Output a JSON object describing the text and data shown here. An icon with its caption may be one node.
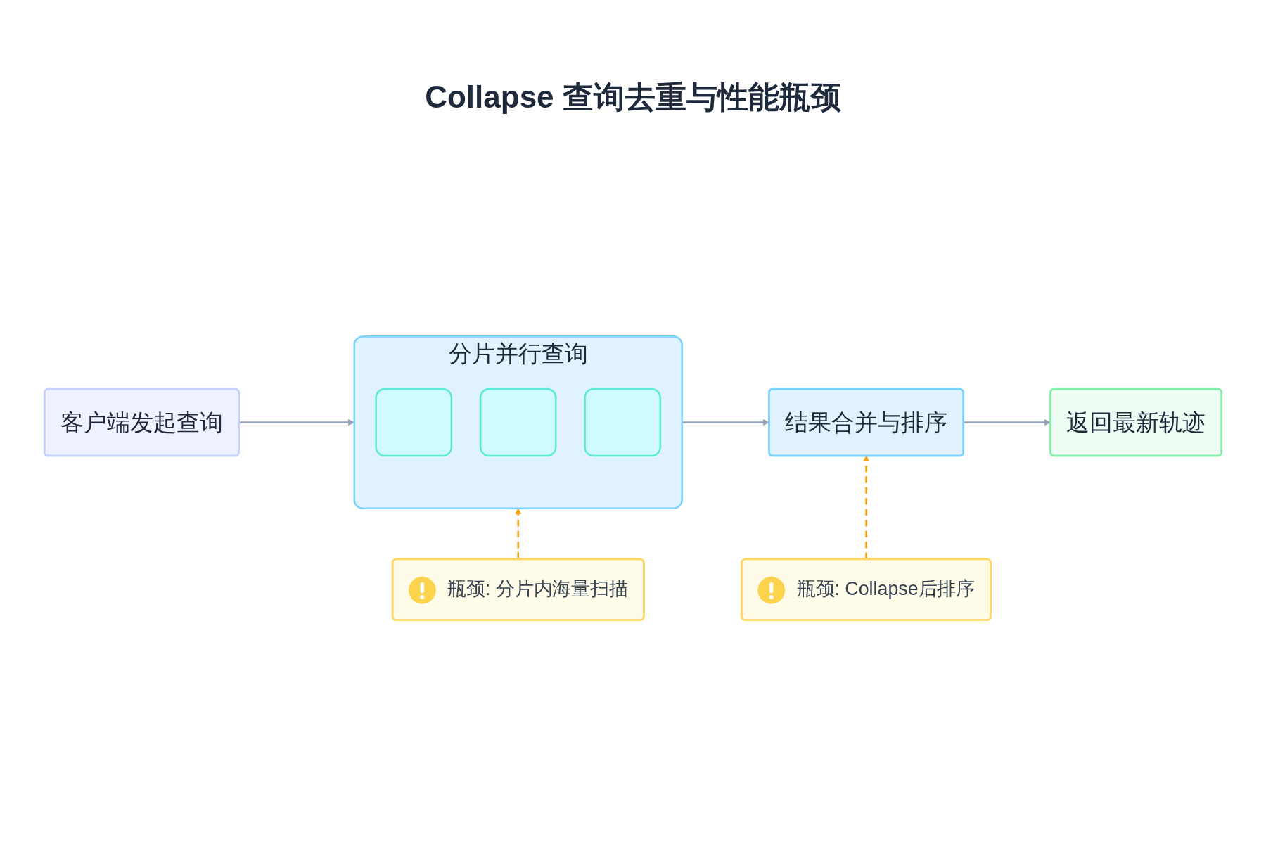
{
  "diagram": {
    "title": "Collapse 查询去重与性能瓶颈",
    "nodes": [
      {
        "text": [
          "客户端发起查询"
        ]
      },
      {
        "text": [
          "分片并行查询"
        ]
      },
      {
        "text": [],
        "shape": "box",
        "in": 1
      },
      {
        "text": [],
        "shape": "box",
        "in": 1
      },
      {
        "text": [],
        "shape": "box",
        "in": 1
      },
      {
        "text": [
          "结果合并与排序"
        ]
      },
      {
        "text": [
          "返回最新轨迹"
        ]
      },
      {
        "text": [
          "瓶颈: 分片内海量扫描"
        ]
      },
      {
        "text": [
          "瓶颈: Collapse后排序"
        ]
      }
    ],
    "edges": [
      {
        "from": 0,
        "to": 1,
        "arrow": "to"
      },
      {
        "from": 1,
        "to": 5,
        "arrow": "to"
      },
      {
        "from": 5,
        "to": 6,
        "arrow": "to"
      },
      {
        "from": 7,
        "to": 1,
        "arrow": "to",
        "style": "dashed",
        "color": "#f59e0b"
      },
      {
        "from": 8,
        "to": 5,
        "arrow": "to",
        "style": "dashed",
        "color": "#f59e0b"
      }
    ]
  }
}
